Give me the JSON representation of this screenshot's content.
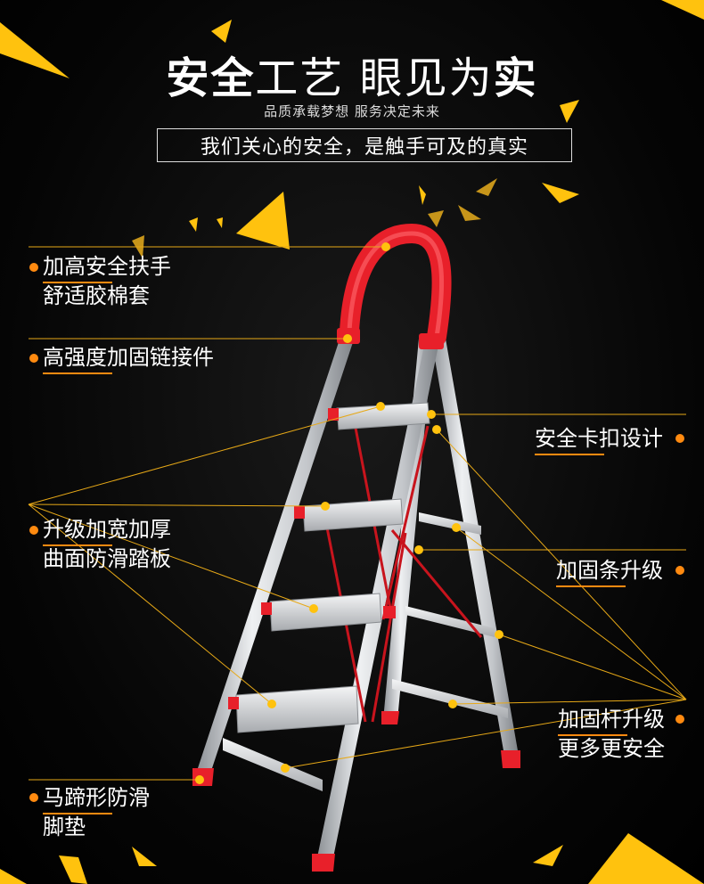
{
  "header": {
    "title_part1": "安全",
    "title_part2": "工艺 眼见为",
    "title_part3": "实",
    "subtitle": "品质承载梦想 服务决定未来",
    "slogan": "我们关心的安全，是触手可及的真实"
  },
  "features": [
    {
      "line1": "加高安全扶手",
      "line2": "舒适胶棉套"
    },
    {
      "line1": "高强度加固链接件",
      "line2": ""
    },
    {
      "line1": "安全卡扣设计",
      "line2": ""
    },
    {
      "line1": "升级加宽加厚",
      "line2": "曲面防滑踏板"
    },
    {
      "line1": "加固条升级",
      "line2": ""
    },
    {
      "line1": "加固杆升级",
      "line2": "更多更安全"
    },
    {
      "line1": "马蹄形防滑",
      "line2": "脚垫"
    }
  ],
  "colors": {
    "accent": "#ff8a10",
    "shard_yellow": "#ffc20e",
    "handrail_red": "#e8202a",
    "aluminum": "#c9ccd0"
  }
}
